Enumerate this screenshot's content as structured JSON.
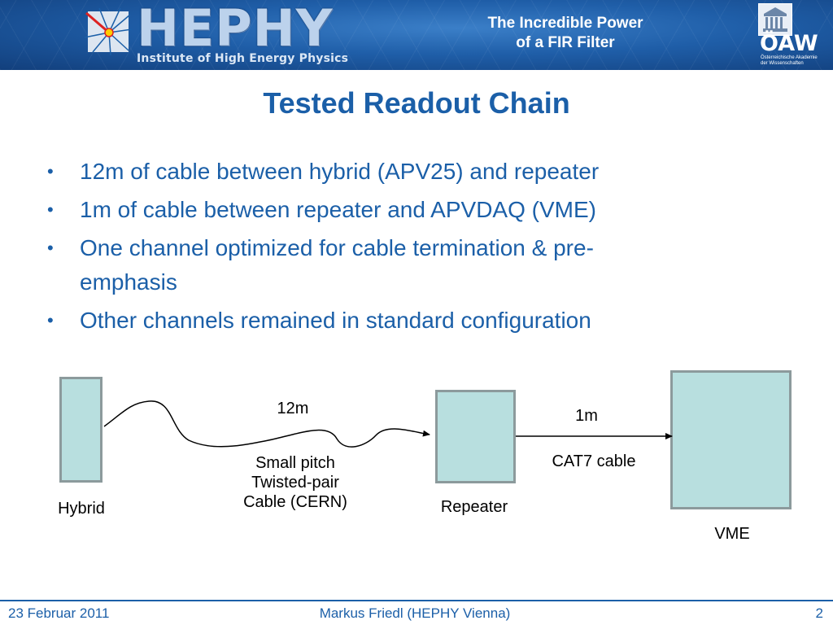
{
  "header": {
    "logo_text": "HEPHY",
    "logo_subtitle": "Institute of High Energy Physics",
    "title_line1": "The Incredible Power",
    "title_line2": "of a FIR Filter",
    "oaw_text": "ÖAW",
    "oaw_sub_line1": "Österreichische Akademie",
    "oaw_sub_line2": "der Wissenschaften"
  },
  "slide": {
    "title": "Tested Readout Chain",
    "bullets": [
      "12m of cable between hybrid (APV25) and repeater",
      "1m of cable between repeater and APVDAQ (VME)",
      "One channel optimized for cable termination & pre-",
      "emphasis",
      "Other channels remained in standard configuration"
    ]
  },
  "diagram": {
    "hybrid_label": "Hybrid",
    "cable1_length": "12m",
    "cable1_desc_line1": "Small pitch",
    "cable1_desc_line2": "Twisted-pair",
    "cable1_desc_line3": "Cable (CERN)",
    "repeater_label": "Repeater",
    "cable2_length": "1m",
    "cable2_desc": "CAT7 cable",
    "vme_label": "VME",
    "box_fill": "#b8dfdf",
    "box_border": "#8c9a9c"
  },
  "footer": {
    "date": "23 Februar 2011",
    "author": "Markus Friedl (HEPHY Vienna)",
    "page": "2"
  },
  "colors": {
    "accent": "#1b5fa8",
    "banner": "#1f5ea8"
  }
}
